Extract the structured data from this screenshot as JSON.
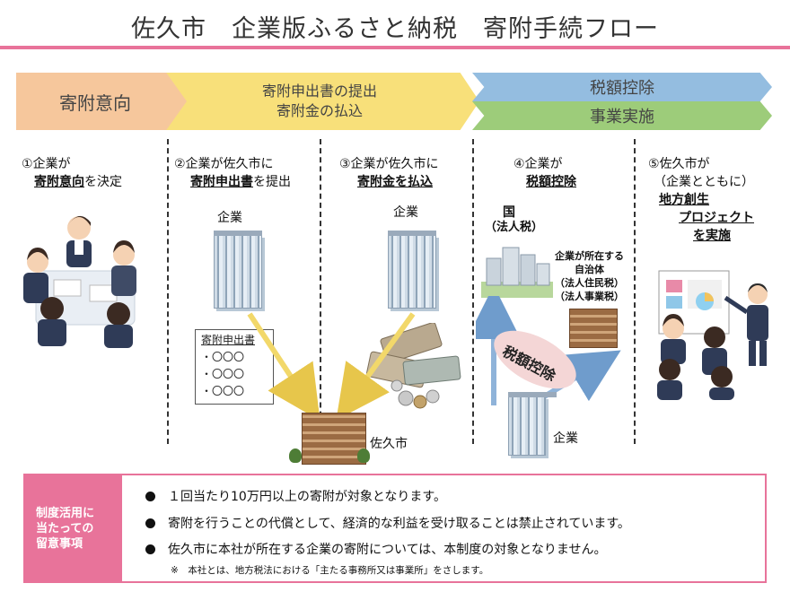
{
  "title": "佐久市　企業版ふるさと納税　寄附手続フロー",
  "stages": {
    "s1": "寄附意向",
    "s2_line1": "寄附申出書の提出",
    "s2_line2": "寄附金の払込",
    "s3": "税額控除",
    "s4": "事業実施"
  },
  "steps": {
    "step1": {
      "prefix": "①企業が",
      "emph": "寄附意向",
      "suffix": "を決定"
    },
    "step2": {
      "prefix": "②企業が佐久市に",
      "emph": "寄附申出書",
      "suffix": "を提出"
    },
    "step3": {
      "prefix": "③企業が佐久市に",
      "emph": "寄附金を払込"
    },
    "step4": {
      "prefix": "④企業が",
      "emph": "税額控除"
    },
    "step5": {
      "line1": "⑤佐久市が",
      "line2": "（企業とともに）",
      "emph1": "地方創生",
      "emph2": "プロジェクト",
      "emph3": "を実施"
    }
  },
  "labels": {
    "company_a": "企業",
    "company_b": "企業",
    "company_c": "企業",
    "saku_city": "佐久市",
    "national": "国",
    "national_tax": "（法人税）",
    "local_gov_1": "企業が所在する",
    "local_gov_2": "自治体",
    "local_tax_1": "（法人住民税）",
    "local_tax_2": "（法人事業税）",
    "tax_deduction_badge": "税額控除"
  },
  "form": {
    "title": "寄附申出書",
    "lines": [
      "・〇〇〇",
      "・〇〇〇",
      "・〇〇〇"
    ]
  },
  "notes": {
    "side_label": [
      "制度活用に",
      "当たっての",
      "留意事項"
    ],
    "items": [
      "１回当たり10万円以上の寄附が対象となります。",
      "寄附を行うことの代償として、経済的な利益を受け取ることは禁止されています。",
      "佐久市に本社が所在する企業の寄附については、本制度の対象となりません。"
    ],
    "footnote": "※　本社とは、地方税法における「主たる事務所又は事業所」をさします。"
  },
  "colors": {
    "accent_pink": "#e8739a",
    "stage1": "#f6c79c",
    "stage2": "#f8e07a",
    "stage3": "#94bde0",
    "stage4": "#9dcc7a"
  }
}
